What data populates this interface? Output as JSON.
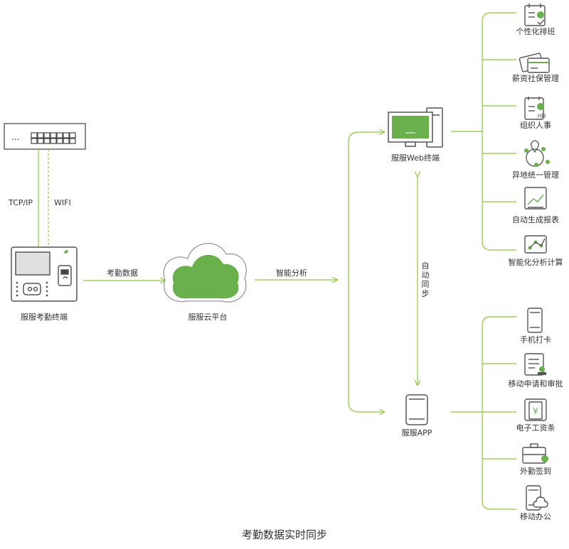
{
  "colors": {
    "accent": "#6ab04c",
    "line": "#8cc63f",
    "device": "#666666",
    "text": "#333333"
  },
  "switch": {
    "dots": "...",
    "icon": "network-switch-icon"
  },
  "links": {
    "wired": "TCP/IP",
    "wireless": "WIFI"
  },
  "devices": {
    "terminal": "服服考勤终端",
    "cloud": "服服云平台",
    "web": "服服Web终端",
    "app": "服服APP"
  },
  "flows": {
    "upload": "考勤数据",
    "analysis": "智能分析",
    "sync": "自动同步"
  },
  "web_features": [
    {
      "label": "个性化排班",
      "icon": "schedule-clipboard-icon"
    },
    {
      "label": "薪资社保管理",
      "icon": "salary-card-icon"
    },
    {
      "label": "组织人事",
      "icon": "hr-document-icon"
    },
    {
      "label": "异地统一管理",
      "icon": "location-network-icon"
    },
    {
      "label": "自动生成报表",
      "icon": "report-chart-icon"
    },
    {
      "label": "智能化分析计算",
      "icon": "analysis-chart-icon"
    }
  ],
  "app_features": [
    {
      "label": "手机打卡",
      "icon": "phone-icon"
    },
    {
      "label": "移动申请和审批",
      "icon": "approval-document-icon"
    },
    {
      "label": "电子工资条",
      "icon": "payslip-yen-icon"
    },
    {
      "label": "外勤签到",
      "icon": "briefcase-location-icon"
    },
    {
      "label": "移动办公",
      "icon": "mobile-office-icon"
    }
  ],
  "caption": "考勤数据实时同步"
}
